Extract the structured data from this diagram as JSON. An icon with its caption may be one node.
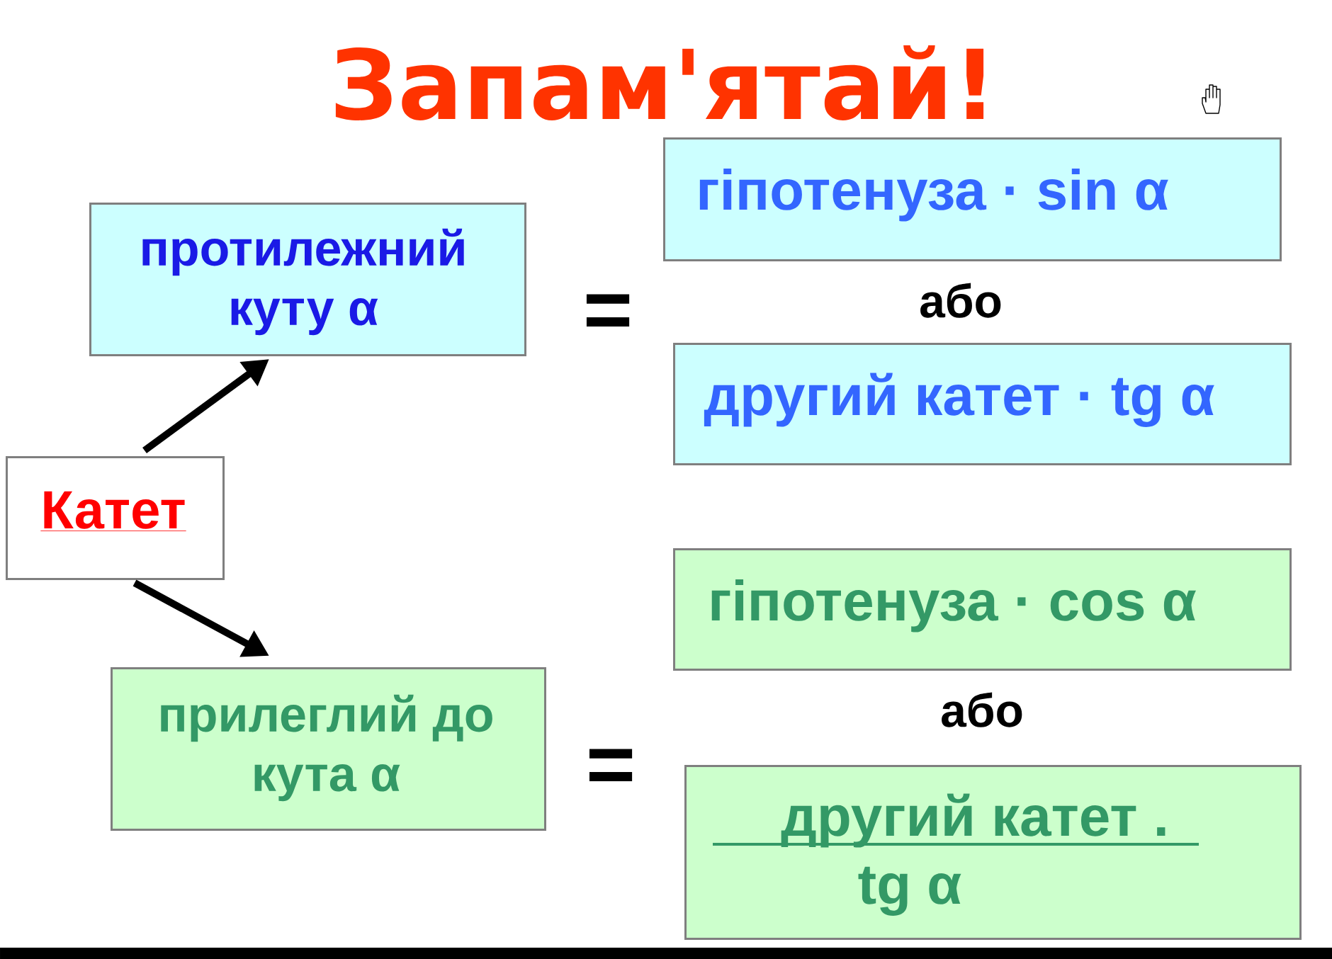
{
  "diagram": {
    "title": "Запам'ятай!",
    "nodes": [
      {
        "text": [
          "протилежний куту α"
        ]
      },
      {
        "text": [
          "гіпотенуза · sin α"
        ]
      },
      {
        "text": [
          "другий катет · tg α"
        ]
      },
      {
        "text": [
          "Катет"
        ]
      },
      {
        "text": [
          "прилеглий до кута α"
        ]
      },
      {
        "text": [
          "гіпотенуза · cos α"
        ]
      },
      {
        "text": [
          "другий катет .",
          "tg α"
        ]
      }
    ],
    "edges": [
      {
        "from": 3,
        "to": 0,
        "arrow": "to"
      },
      {
        "from": 3,
        "to": 4,
        "arrow": "to"
      }
    ],
    "labels": [
      "=",
      "або",
      "або",
      "="
    ]
  }
}
